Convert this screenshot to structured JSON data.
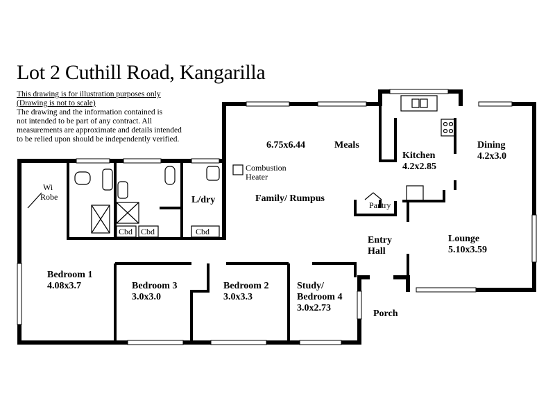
{
  "title": "Lot 2 Cuthill Road,  Kangarilla",
  "disclaimer": {
    "line1": "This drawing is for illustration purposes only",
    "line2": "(Drawing is not to scale)",
    "line3": "The drawing and the information contained is",
    "line4": "not intended to be part of any contract.  All",
    "line5": "measurements are approximate and details intended",
    "line6": "to be relied upon should be independently verified."
  },
  "rooms": {
    "meals_size": "6.75x6.44",
    "meals": "Meals",
    "kitchen": "Kitchen",
    "kitchen_size": "4.2x2.85",
    "dining": "Dining",
    "dining_size": "4.2x3.0",
    "combustion1": "Combustion",
    "combustion2": "Heater",
    "family": "Family/ Rumpus",
    "laundry": "L/dry",
    "wi_robe1": "Wi",
    "wi_robe2": "Robe",
    "pantry": "Pantry",
    "entry1": "Entry",
    "entry2": "Hall",
    "lounge": "Lounge",
    "lounge_size": "5.10x3.59",
    "bedroom1": "Bedroom 1",
    "bedroom1_size": "4.08x3.7",
    "bedroom3": "Bedroom 3",
    "bedroom3_size": "3.0x3.0",
    "bedroom2": "Bedroom 2",
    "bedroom2_size": "3.0x3.3",
    "study1": "Study/",
    "study2": "Bedroom 4",
    "study_size": "3.0x2.73",
    "porch": "Porch",
    "cbd": "Cbd"
  }
}
